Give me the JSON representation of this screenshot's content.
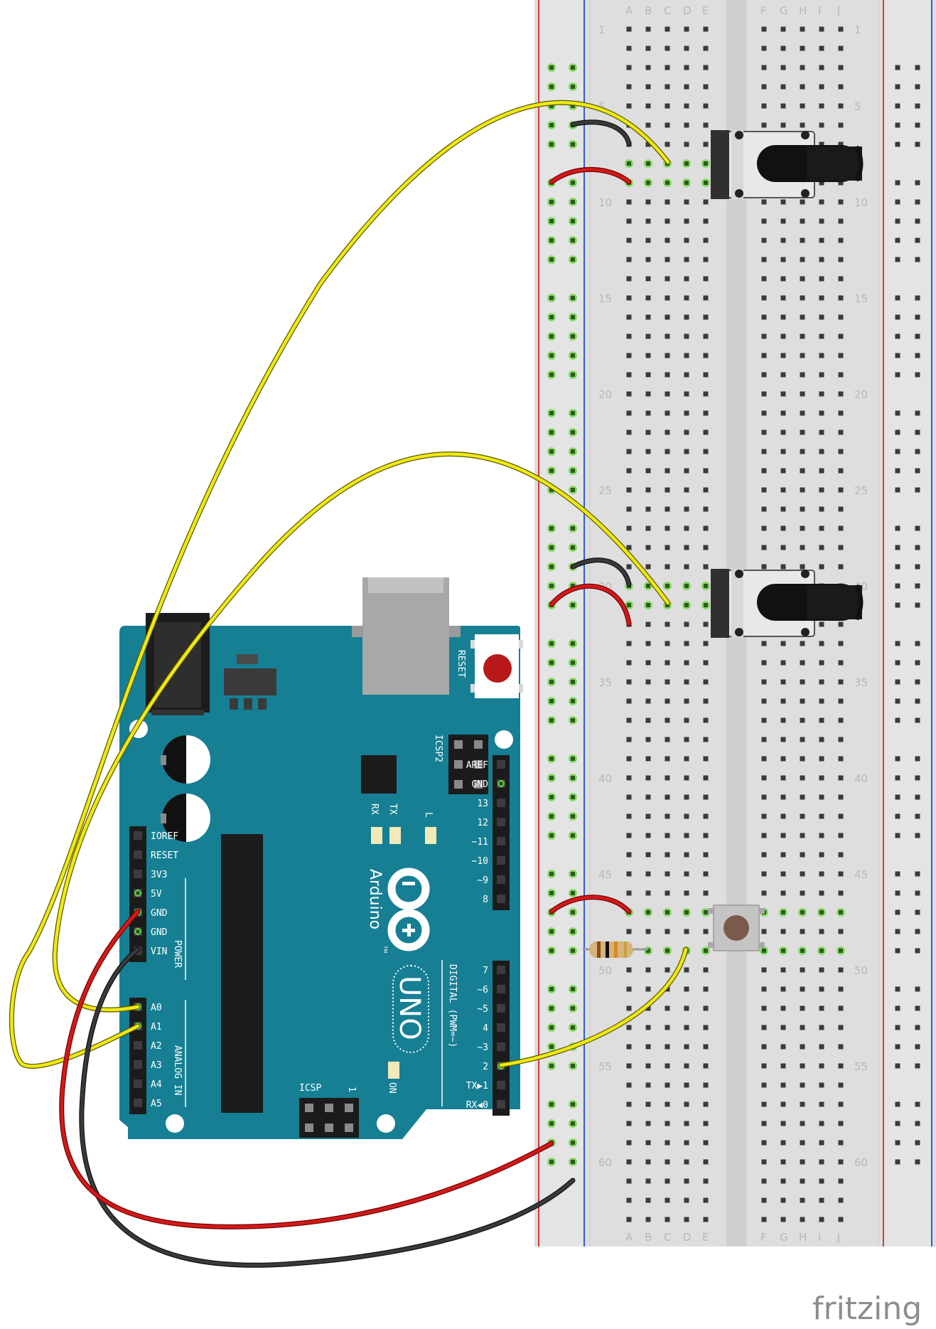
{
  "breadboard": {
    "columns_left": [
      "A",
      "B",
      "C",
      "D",
      "E"
    ],
    "columns_right": [
      "F",
      "G",
      "H",
      "I",
      "J"
    ],
    "row_numbers": [
      "1",
      "5",
      "10",
      "15",
      "20",
      "25",
      "30",
      "35",
      "40",
      "45",
      "50",
      "55",
      "60"
    ]
  },
  "arduino": {
    "name": "Arduino",
    "trademark": "TM",
    "model": "UNO",
    "reset_label": "RESET",
    "icsp2_label": "ICSP2",
    "icsp_label": "ICSP",
    "icsp_pin1": "1",
    "tx_label": "TX",
    "rx_label": "RX",
    "l_label": "L",
    "on_label": "ON",
    "power_label": "POWER",
    "analog_label": "ANALOG IN",
    "digital_label": "DIGITAL (PWM=~)",
    "power_pins": [
      "IOREF",
      "RESET",
      "3V3",
      "5V",
      "GND",
      "GND",
      "VIN"
    ],
    "analog_pins": [
      "A0",
      "A1",
      "A2",
      "A3",
      "A4",
      "A5"
    ],
    "digital_top": [
      "AREF",
      "GND",
      "13",
      "12",
      "~11",
      "~10",
      "~9",
      "8"
    ],
    "digital_bottom": [
      "7",
      "~6",
      "~5",
      "4",
      "~3",
      "2",
      "TX▶1",
      "RX◀0"
    ]
  },
  "colors": {
    "board": "#167f94",
    "wire_yellow": "#f0e814",
    "wire_red": "#d11a1a",
    "wire_black": "#2a2a2a",
    "breadboard": "#dedede",
    "rail_red": "#d63a3a",
    "rail_blue": "#2d5bd6"
  },
  "credit": "fritzing"
}
